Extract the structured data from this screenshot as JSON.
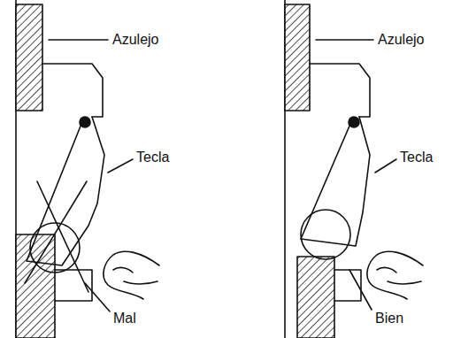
{
  "diagram": {
    "labels": [
      "Azulejo",
      "Tecla",
      "Mal",
      "Azulejo",
      "Tecla",
      "Bien"
    ]
  }
}
